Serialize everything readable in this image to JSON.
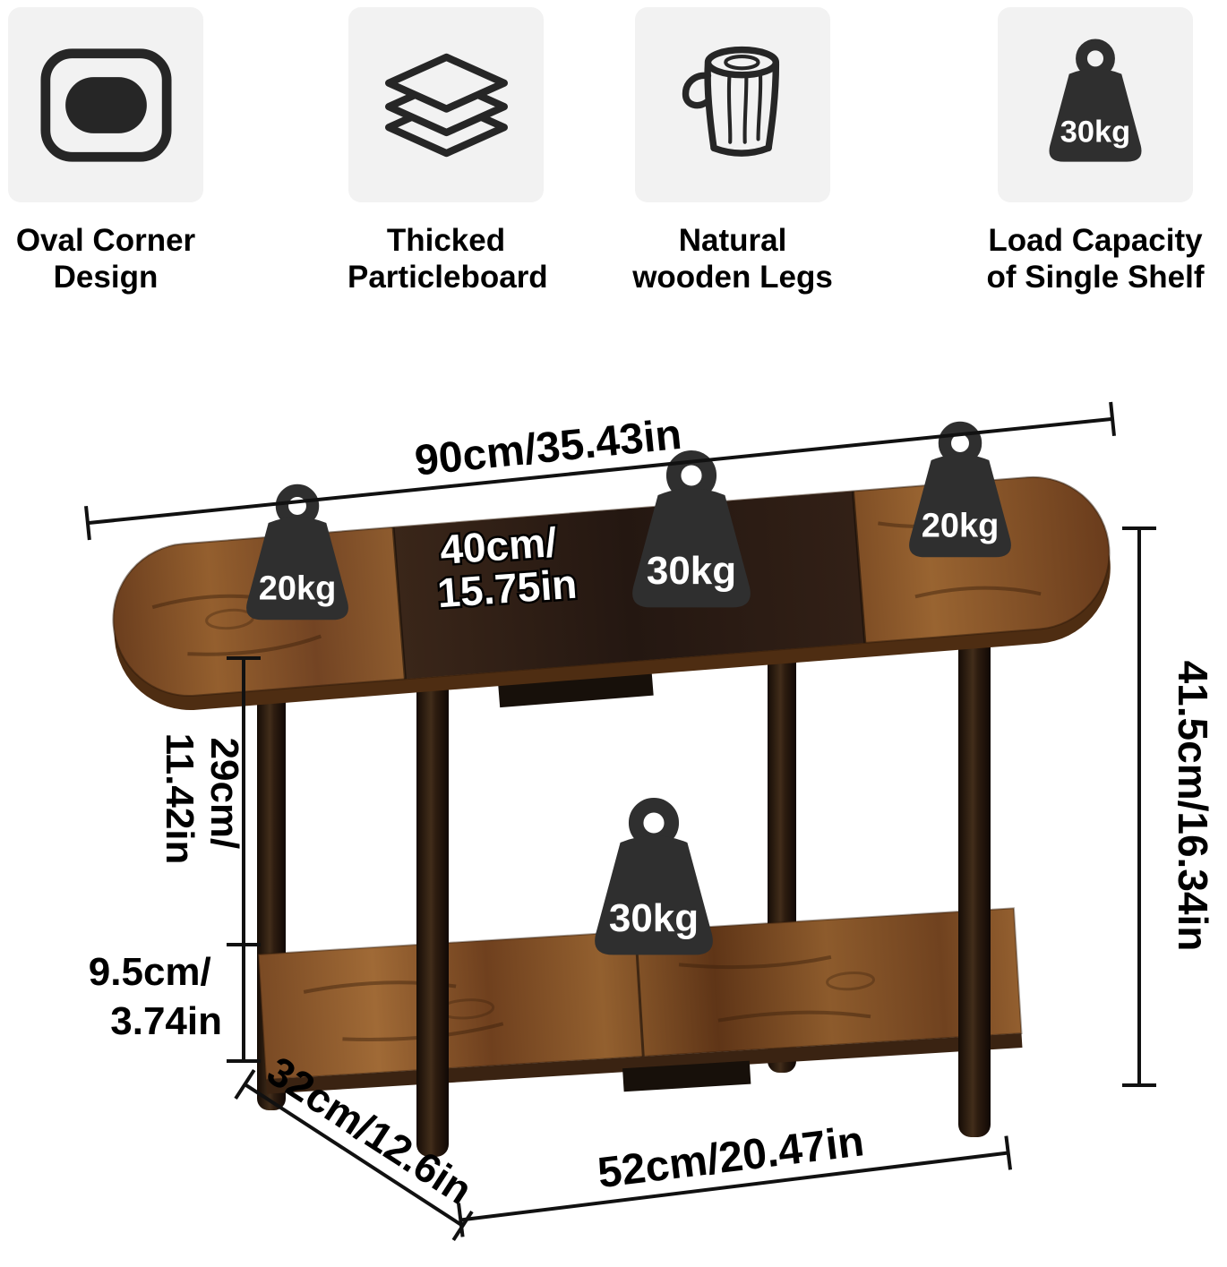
{
  "features": [
    {
      "icon": "oval-corner-icon",
      "line1": "Oval Corner",
      "line2": "Design"
    },
    {
      "icon": "particleboard-icon",
      "line1": "Thicked",
      "line2": "Particleboard"
    },
    {
      "icon": "wood-log-icon",
      "line1": "Natural",
      "line2": "wooden Legs"
    },
    {
      "icon": "weight-icon",
      "weight_value": "30kg",
      "line1": "Load Capacity",
      "line2": "of Single Shelf"
    }
  ],
  "diagram": {
    "top_width": "90cm/35.43in",
    "center_width_line1": "40cm/",
    "center_width_line2": "15.75in",
    "weight_top_left": "20kg",
    "weight_top_center": "30kg",
    "weight_top_right": "20kg",
    "weight_shelf": "30kg",
    "tier_gap_line1": "29cm/",
    "tier_gap_line2": "11.42in",
    "shelf_clearance_line1": "9.5cm/",
    "shelf_clearance_line2": "3.74in",
    "total_height": "41.5cm/16.34in",
    "depth": "32cm/12.6in",
    "bottom_width": "52cm/20.47in"
  },
  "colors": {
    "icon_dark": "#262626",
    "icon_box_bg": "#f2f2f2",
    "weight_fill": "#2f2f2f",
    "dimension_line": "#111111",
    "wood_brown": "#8a5a2c",
    "wood_panel_dark": "#241711",
    "leg_dark": "#1d1309",
    "label_text": "#000000"
  }
}
